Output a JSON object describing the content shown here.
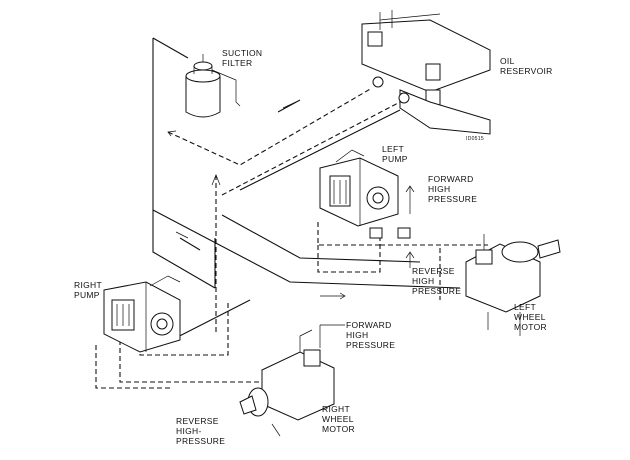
{
  "labels": {
    "suction_filter": [
      "SUCTION",
      "FILTER"
    ],
    "oil_reservoir": [
      "OIL",
      "RESERVOIR"
    ],
    "left_pump": [
      "LEFT",
      "PUMP"
    ],
    "forward_high_pressure_upper": [
      "FORWARD",
      "HIGH",
      "PRESSURE"
    ],
    "reverse_high_pressure_middle": [
      "REVERSE",
      "HIGH",
      "PRESSURE"
    ],
    "left_wheel_motor": [
      "LEFT",
      "WHEEL",
      "MOTOR"
    ],
    "right_pump": [
      "RIGHT",
      "PUMP"
    ],
    "forward_high_pressure_lower": [
      "FORWARD",
      "HIGH",
      "PRESSURE"
    ],
    "right_wheel_motor": [
      "RIGHT",
      "WHEEL",
      "MOTOR"
    ],
    "reverse_high_pressure_lower": [
      "REVERSE",
      "HIGH-",
      "PRESSURE"
    ],
    "figure_code": "ID0515"
  }
}
